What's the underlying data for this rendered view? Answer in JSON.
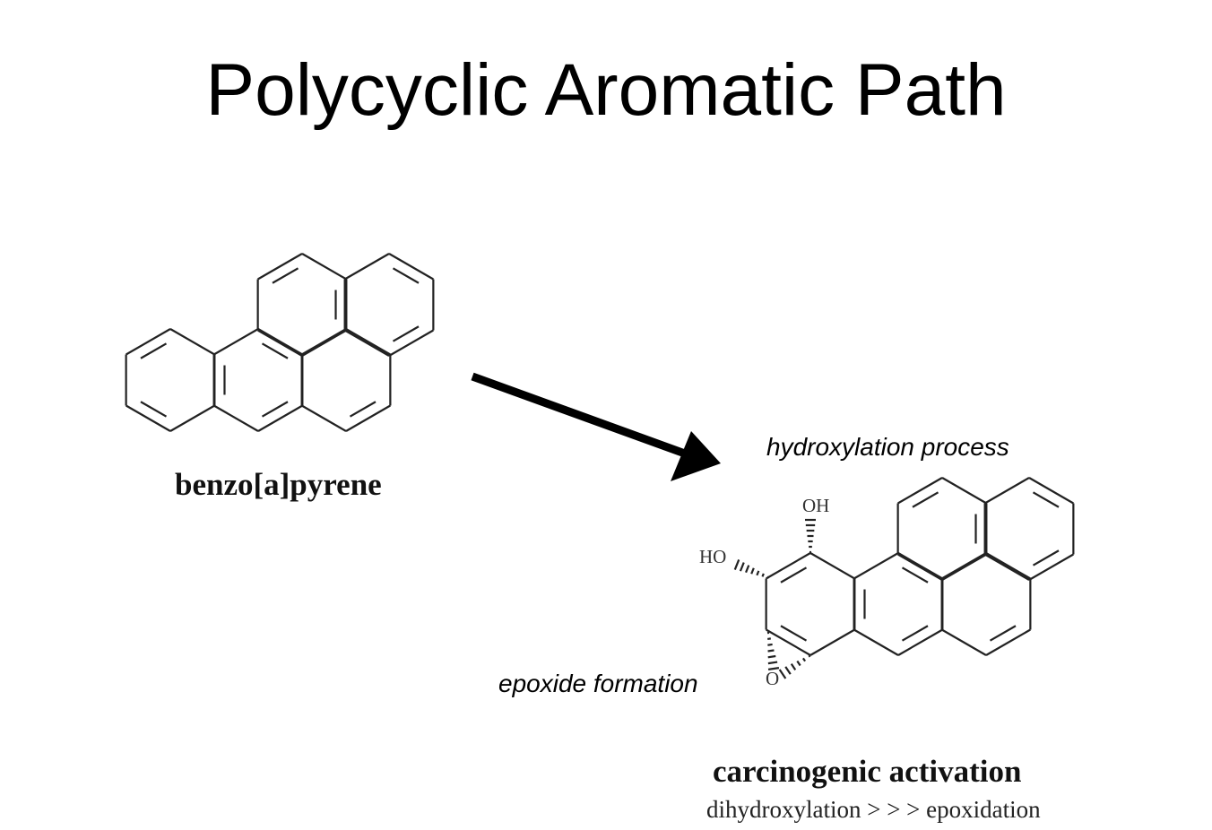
{
  "title": "Polycyclic Aromatic Path",
  "molecule_left": {
    "name": "benzo[a]pyrene"
  },
  "molecule_right": {
    "atoms": {
      "oh_top": "OH",
      "oh_left": "HO",
      "epoxide_o": "O"
    }
  },
  "annotations": {
    "hydroxylation": "hydroxylation  process",
    "epoxide": "epoxide  formation"
  },
  "caption": {
    "title": "carcinogenic activation",
    "subtitle": "dihydroxylation  > > >  epoxidation"
  }
}
